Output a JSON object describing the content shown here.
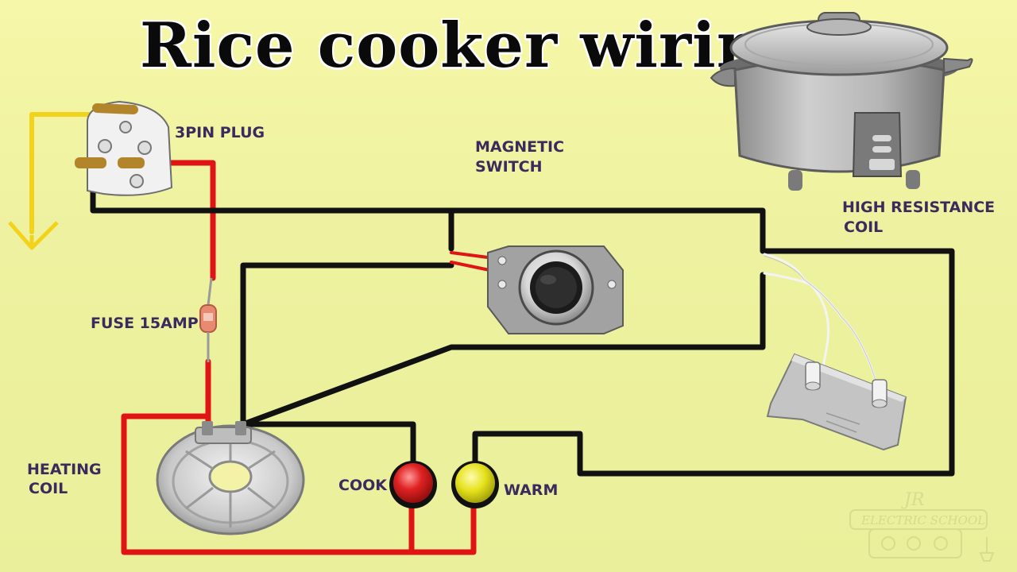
{
  "title": "Rice cooker wiring",
  "labels": {
    "plug": "3PIN PLUG",
    "magnetic_switch": [
      "MAGNETIC",
      "SWITCH"
    ],
    "high_resistance_coil": [
      "HIGH RESISTANCE",
      "COIL"
    ],
    "fuse": "FUSE 15AMP",
    "heating_coil": [
      "HEATING",
      "COIL"
    ],
    "cook": "COOK",
    "warm": "WARM"
  },
  "watermark": {
    "logo": "JR",
    "text": "ELECTRIC SCHOOL"
  },
  "colors": {
    "phase_wire": "#e01414",
    "neutral_wire": "#111111",
    "earth_wire": "#f2d21a",
    "cook_lamp": "#e02222",
    "warm_lamp": "#e6e21c",
    "label_text": "#3a2b5e"
  },
  "icons": [
    "rice-cooker-icon",
    "plug-icon",
    "magnetic-switch-icon",
    "fuse-icon",
    "heating-coil-icon",
    "resistor-plate-icon",
    "earth-arrow-icon"
  ]
}
